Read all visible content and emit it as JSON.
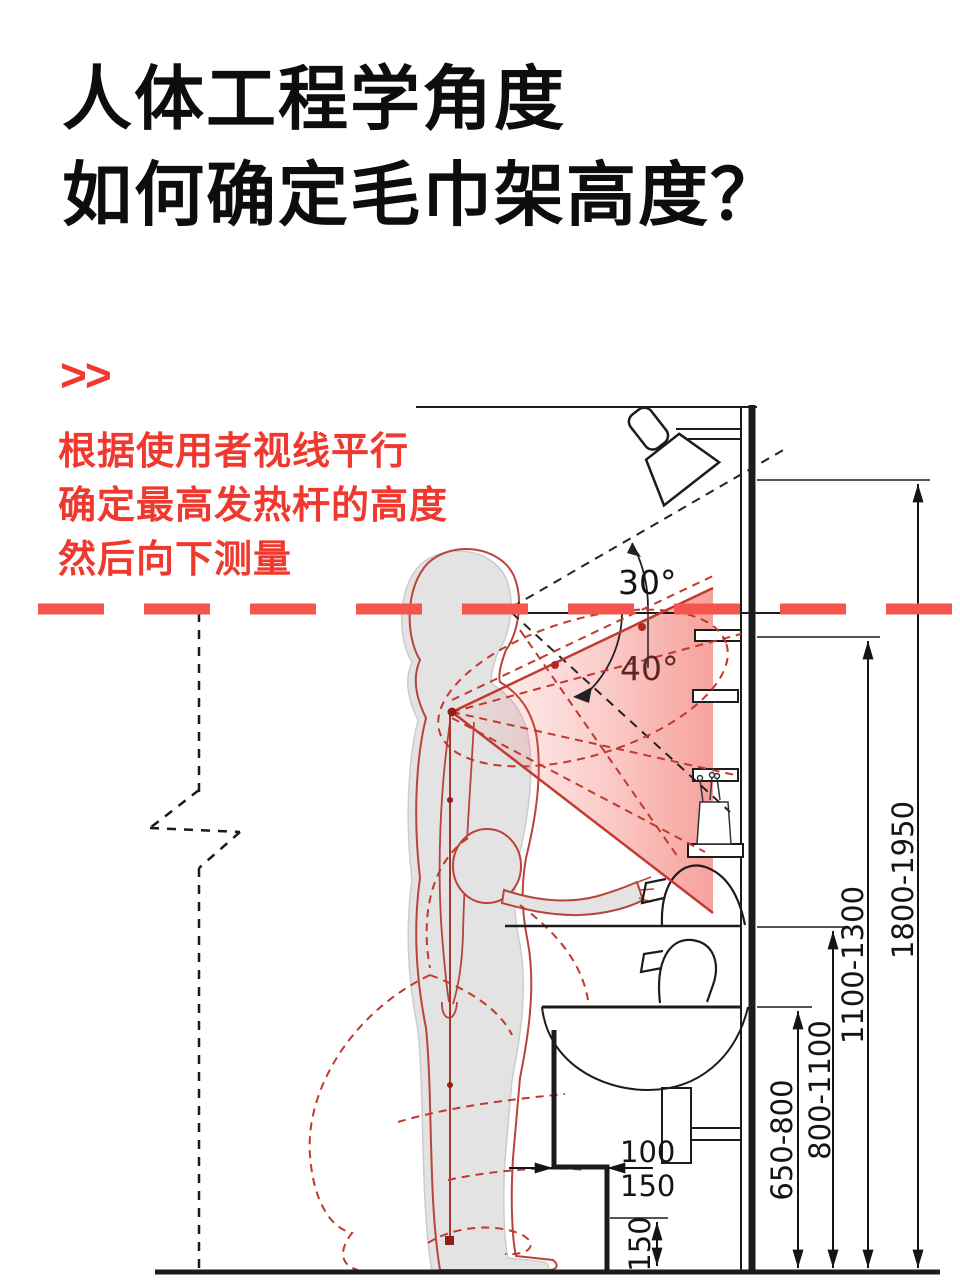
{
  "title": {
    "line1": "人体工程学角度",
    "line2": "如何确定毛巾架高度？"
  },
  "callout": {
    "marker": ">>",
    "line1": "根据使用者视线平行",
    "line2": "确定最高发热杆的高度",
    "line3": "然后向下测量"
  },
  "diagram": {
    "angle_upper": "30°",
    "angle_lower": "40°",
    "dim_wall_total": "1800-1950",
    "dim_top_bar": "1100-1300",
    "dim_mid_bar": "800-1100",
    "dim_counter": "650-800",
    "dim_depth_upper": "100",
    "dim_depth_lower": "150",
    "dim_toe_kick": "150",
    "colors": {
      "accent_red": "#f0392e",
      "dash_red": "#f4564d",
      "cone_red": "#ef544a",
      "figure_outline_red": "#b9443a",
      "line_black": "#1c1c1c"
    }
  }
}
